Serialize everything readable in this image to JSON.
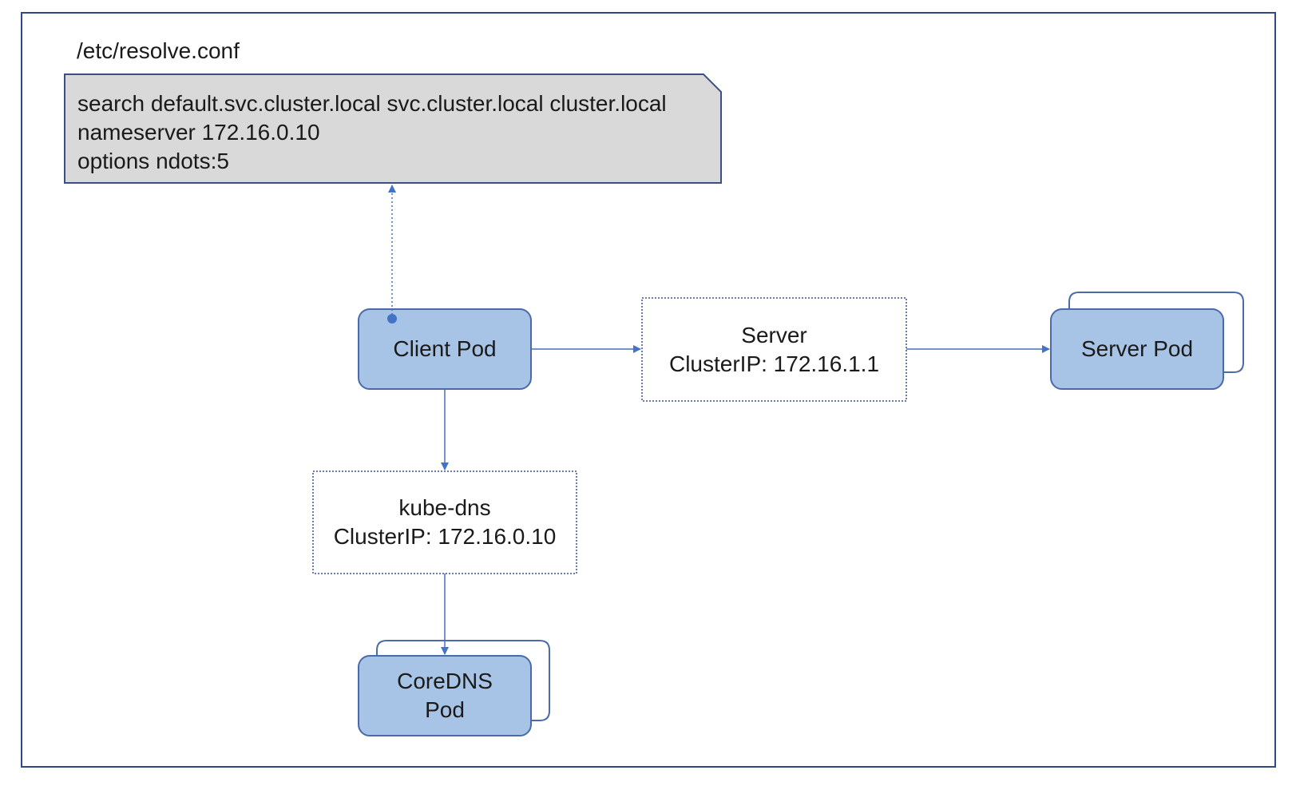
{
  "resolv_conf": {
    "title": "/etc/resolve.conf",
    "lines": [
      "search default.svc.cluster.local svc.cluster.local cluster.local",
      "nameserver 172.16.0.10",
      "options ndots:5"
    ]
  },
  "nodes": {
    "client_pod": {
      "label": "Client Pod"
    },
    "server_service": {
      "line1": "Server",
      "line2": "ClusterIP: 172.16.1.1"
    },
    "server_pod": {
      "label": "Server Pod"
    },
    "kube_dns_service": {
      "line1": "kube-dns",
      "line2": "ClusterIP: 172.16.0.10"
    },
    "coredns_pod": {
      "line1": "CoreDNS",
      "line2": "Pod"
    }
  },
  "colors": {
    "frame": "#2f4a82",
    "pod_fill": "#a7c4e6",
    "pod_stroke": "#4a6aaa",
    "arrow": "#4472c4",
    "note_fill": "#d9d9d9",
    "note_stroke": "#3a4f86",
    "service_border": "#3a5090"
  }
}
